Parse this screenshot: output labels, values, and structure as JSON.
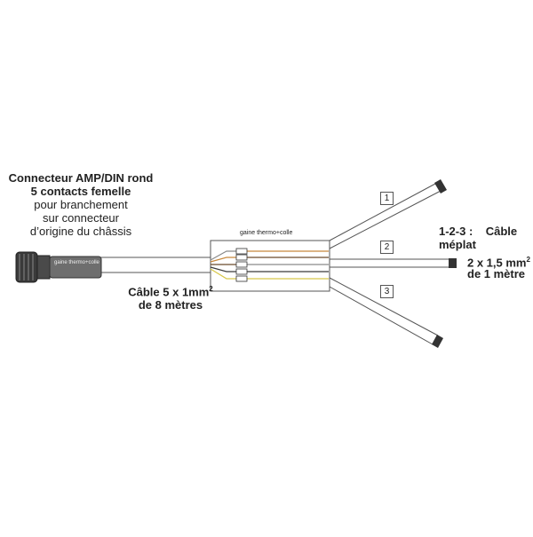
{
  "connector": {
    "title_line1": "Connecteur AMP/DIN rond",
    "title_line2": "5 contacts femelle",
    "desc_line1": "pour branchement",
    "desc_line2": "sur connecteur",
    "desc_line3": "d’origine du châssis",
    "sheath_label": "gaine thermo+colle"
  },
  "main_cable": {
    "line1_prefix": "Câble 5 x 1mm",
    "line1_sup": "2",
    "line2": "de 8 mètres"
  },
  "junction": {
    "label": "gaine thermo+colle",
    "wire_colors": [
      "#8a8a8a",
      "#c8873a",
      "#6b4a2b",
      "#3a3a3a",
      "#d8c84a"
    ]
  },
  "outputs": {
    "boxes": [
      "1",
      "2",
      "3"
    ],
    "label_line1_a": "1-2-3 :",
    "label_line1_b": "Câble",
    "label_line2": "méplat",
    "label_line3_prefix": "2 x 1,5 mm",
    "label_line3_sup": "2",
    "label_line4": "de 1 mètre"
  },
  "colors": {
    "line": "#555555",
    "connector_dark": "#2f2f2f",
    "connector_body": "#777777"
  }
}
